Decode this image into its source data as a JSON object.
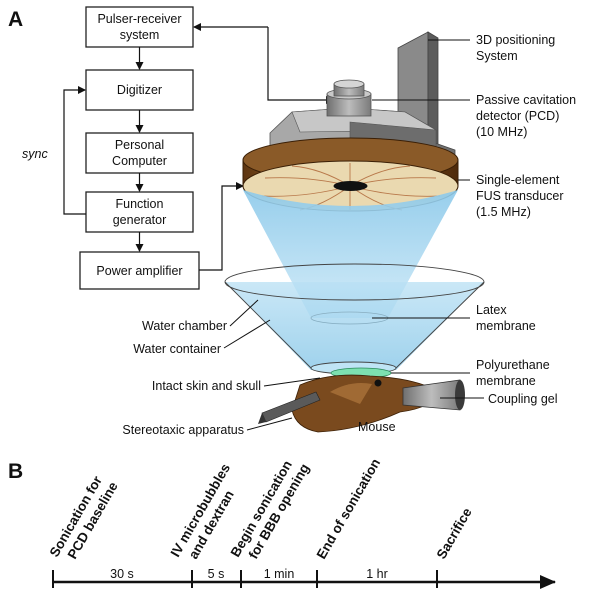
{
  "panel_a": {
    "letter": "A",
    "sync_label": "sync",
    "blocks": {
      "pulser_line1": "Pulser-receiver",
      "pulser_line2": "system",
      "digitizer": "Digitizer",
      "pc_line1": "Personal",
      "pc_line2": "Computer",
      "fg_line1": "Function",
      "fg_line2": "generator",
      "power_amp": "Power amplifier"
    },
    "labels": {
      "positioning_l1": "3D positioning",
      "positioning_l2": "System",
      "pcd_l1": "Passive cavitation",
      "pcd_l2": "detector (PCD)",
      "pcd_l3": "(10 MHz)",
      "fus_l1": "Single-element",
      "fus_l2": "FUS transducer",
      "fus_l3": "(1.5 MHz)",
      "latex_l1": "Latex",
      "latex_l2": "membrane",
      "water_chamber": "Water chamber",
      "water_container": "Water container",
      "polyurethane_l1": "Polyurethane",
      "polyurethane_l2": "membrane",
      "intact_skin": "Intact skin and skull",
      "coupling_gel": "Coupling gel",
      "stereotaxic": "Stereotaxic apparatus",
      "mouse": "Mouse"
    }
  },
  "panel_b": {
    "letter": "B",
    "events": [
      {
        "line1": "Sonication for",
        "line2": "PCD baseline"
      },
      {
        "line1": "IV microbubbles",
        "line2": "and dextran"
      },
      {
        "line1": "Begin sonication",
        "line2": "for BBB opening"
      },
      {
        "line1": "End of sonication",
        "line2": ""
      },
      {
        "line1": "Sacrifice",
        "line2": ""
      }
    ],
    "durations": [
      "30 s",
      "5 s",
      "1 min",
      "1 hr"
    ]
  },
  "colors": {
    "transducer_brown": "#7a4a1e",
    "transducer_face": "#ead9b0",
    "water_blue": "#a9d7ef",
    "gel_green": "#7de0b0",
    "metal_gray": "#9a9a9a"
  }
}
